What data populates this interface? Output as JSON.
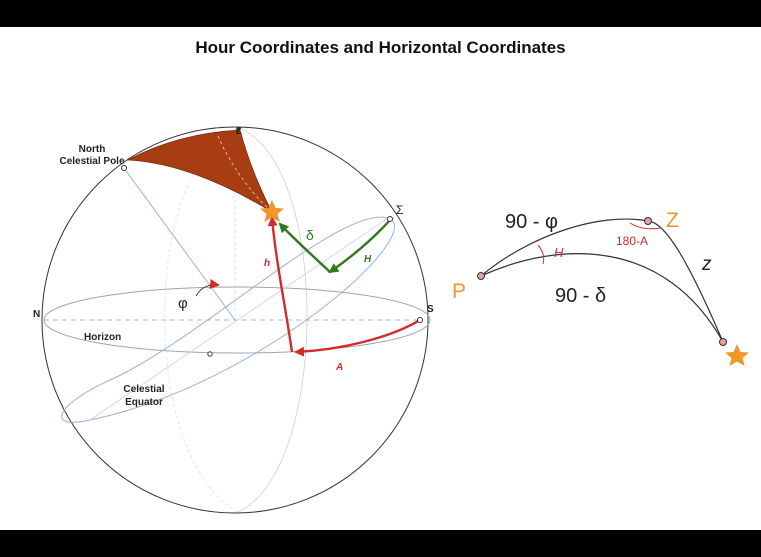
{
  "title": "Hour Coordinates and Horizontal Coordinates",
  "sphere": {
    "north_celestial_pole": [
      "North",
      "Celestial Pole"
    ],
    "zenith": "Z",
    "north": "N",
    "south": "S",
    "horizon": "Horizon",
    "celestial_equator": [
      "Celestial",
      "Equator"
    ],
    "sigma": "Σ",
    "delta": "δ",
    "hour_angle": "H",
    "altitude": "h",
    "azimuth": "A",
    "latitude": "φ"
  },
  "triangle": {
    "pole": "P",
    "zenith": "Z",
    "side_pz": "90 - φ",
    "side_pstar": "90 - δ",
    "side_zstar": "z",
    "angle_p": "H",
    "angle_z": "180-A"
  },
  "colors": {
    "cap": "#a83c12",
    "red_arrow": "#d42a2a",
    "green_arrow": "#2f7a1e",
    "orange_label": "#f0962a",
    "guide_line": "#9bb3d4"
  }
}
